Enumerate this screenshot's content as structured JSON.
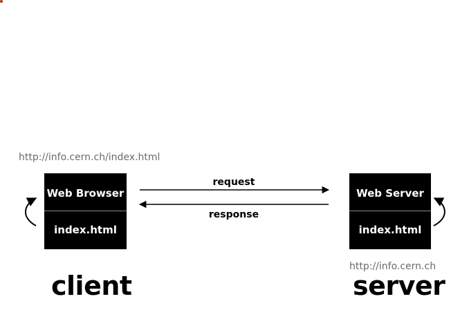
{
  "client": {
    "url": "http://info.cern.ch/index.html",
    "box_top": "Web Browser",
    "box_bottom": "index.html",
    "label": "client"
  },
  "server": {
    "url": "http://info.cern.ch",
    "box_top": "Web Server",
    "box_bottom": "index.html",
    "label": "server"
  },
  "arrows": {
    "request": "request",
    "response": "response"
  }
}
